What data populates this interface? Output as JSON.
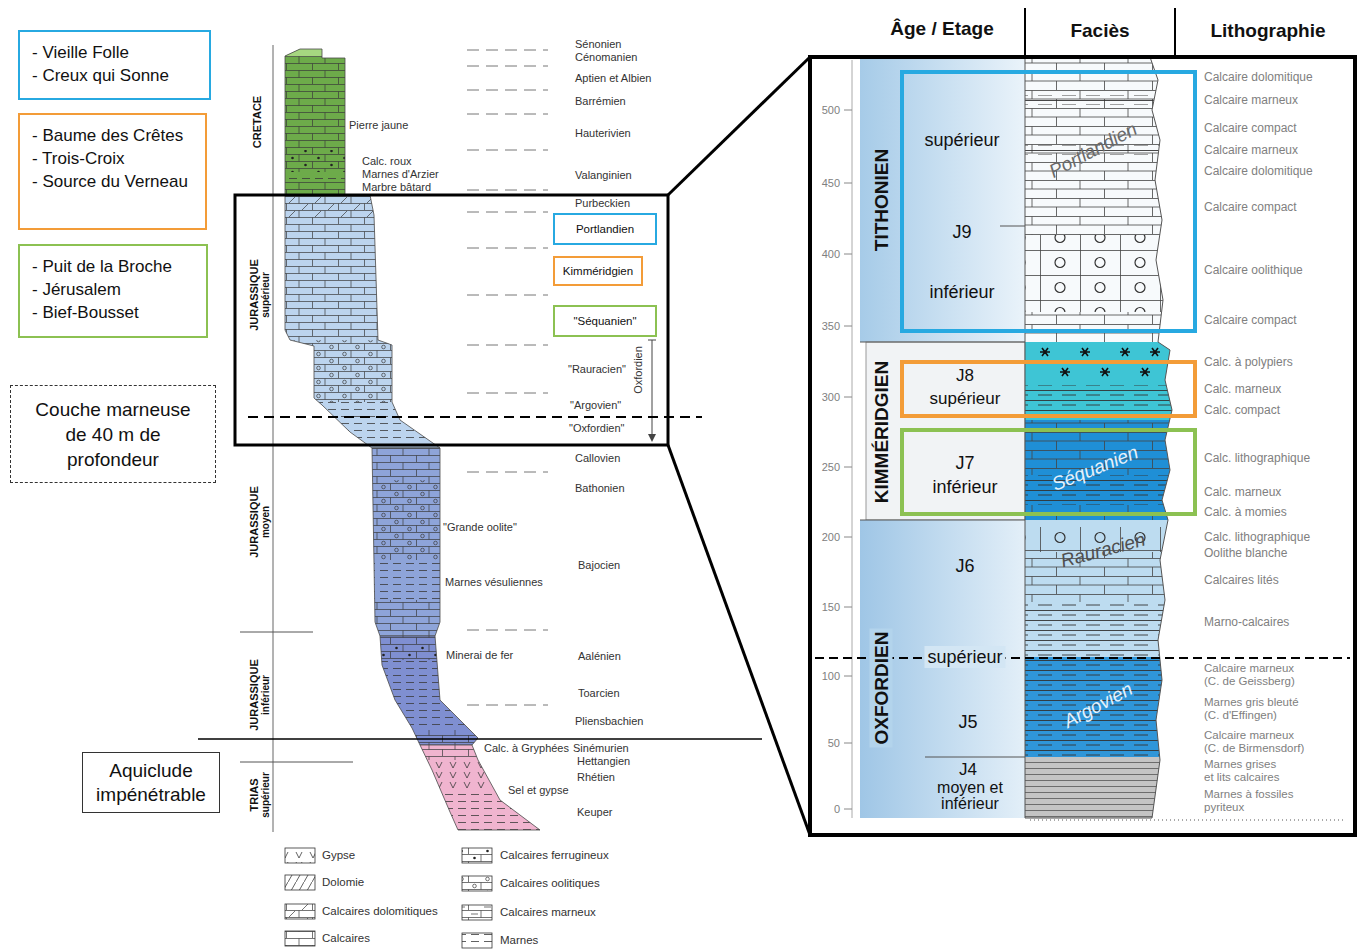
{
  "diagram": {
    "nodes": [
      {
        "text": [
          "- Vieille Folle",
          "- Creux qui Sonne"
        ]
      },
      {
        "text": [
          "- Baume des Crêtes",
          "- Trois-Croix",
          "- Source du Verneau"
        ]
      },
      {
        "text": [
          "- Puit de la Broche",
          "- Jérusalem",
          "- Bief-Bousset"
        ]
      },
      {
        "text": [
          "Couche marneuse de 40 m de profondeur"
        ]
      },
      {
        "text": [
          "Aquiclude impénétrable"
        ]
      },
      {
        "text": [
          "Portlandien"
        ]
      },
      {
        "text": [
          "Kimméridgien"
        ]
      },
      {
        "text": [
          "\"Séquanien\""
        ]
      },
      {
        "text": [
          "supérieur",
          "J9",
          "inférieur"
        ]
      },
      {
        "text": [
          "J8",
          "supérieur"
        ]
      },
      {
        "text": [
          "J7",
          "inférieur"
        ]
      }
    ],
    "labels": [
      "Sénonien",
      "Cénomanien",
      "Aptien et Albien",
      "Barrémien",
      "Hauterivien",
      "Valanginien",
      "Purbeckien",
      "\"Rauracien\"",
      "\"Argovien\"",
      "\"Oxfordien\"",
      "Callovien",
      "Bathonien",
      "Bajocien",
      "Aalénien",
      "Toarcien",
      "Pliensbachien",
      "Sinémurien",
      "Hettangien",
      "Rhétien",
      "Keuper",
      "Oxfordien",
      "CRETACE",
      "JURASSIQUE",
      "supérieur",
      "JURASSIQUE",
      "moyen",
      "JURASSIQUE",
      "inférieur",
      "TRIAS",
      "supérieur",
      "Pierre jaune",
      "Calc. roux",
      "Marnes d'Arzier",
      "Marbre bâtard",
      "\"Grande oolite\"",
      "Marnes vésuliennes",
      "Minerai de fer",
      "Calc. à Gryphées",
      "Sel et gypse",
      "Âge / Etage",
      "Faciès",
      "Lithographie",
      "500",
      "450",
      "400",
      "350",
      "300",
      "250",
      "200",
      "150",
      "100",
      "50",
      "0",
      "TITHONIEN",
      "KIMMÉRIDGIEN",
      "OXFORDIEN",
      "J6",
      "supérieur",
      "J5",
      "J4",
      "moyen et inférieur",
      "Portlandien",
      "Séquanien",
      "Rauracien",
      "Argovien",
      "Calcaire dolomitique",
      "Calcaire marneux",
      "Calcaire compact",
      "Calcaire marneux",
      "Calcaire dolomitique",
      "Calcaire compact",
      "Calcaire oolithique",
      "Calcaire compact",
      "Calc. à polypiers",
      "Calc. marneux",
      "Calc. compact",
      "Calc. lithographique",
      "Calc. marneux",
      "Calc. à momies",
      "Calc. lithographique",
      "Oolithe blanche",
      "Calcaires lités",
      "Marno-calcaires",
      "Calcaire marneux (C. de Geissberg)",
      "Marnes gris bleuté (C. d'Effingen)",
      "Calcaire marneux (C. de Birmensdorf)",
      "Marnes grises et lits calcaires",
      "Marnes à fossiles pyriteux"
    ],
    "legend": [
      {
        "text": "Gypse"
      },
      {
        "text": "Dolomie"
      },
      {
        "text": "Calcaires dolomitiques"
      },
      {
        "text": "Calcaires"
      },
      {
        "text": "Calcaires ferrugineux"
      },
      {
        "text": "Calcaires oolitiques"
      },
      {
        "text": "Calcaires marneux"
      },
      {
        "text": "Marnes"
      }
    ]
  }
}
